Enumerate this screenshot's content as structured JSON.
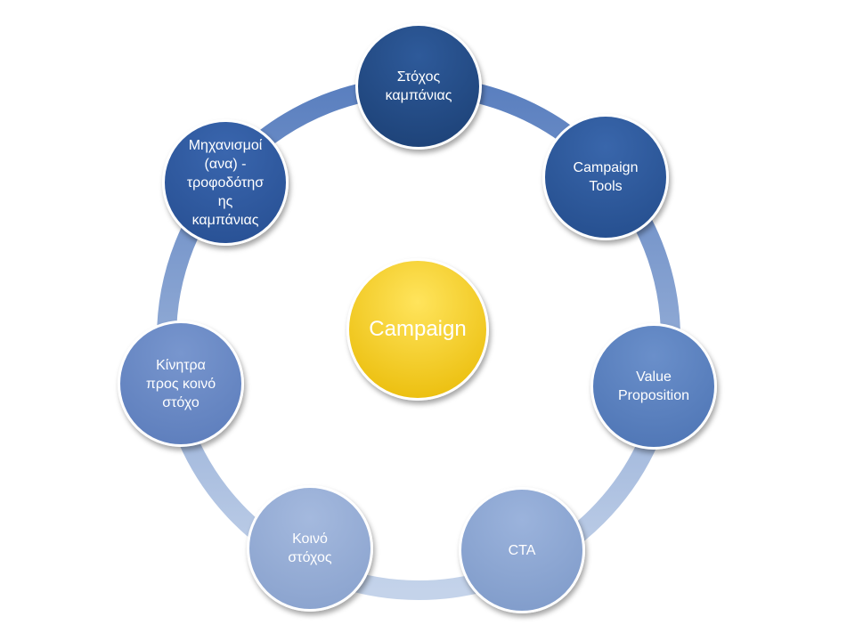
{
  "diagram": {
    "center": {
      "label": "Campaign",
      "color_top": "#FFE45C",
      "color_bottom": "#E8B800",
      "border": "#FFFFFF"
    },
    "ring_color_top": "#5A7FBF",
    "ring_color_bottom": "#C4D3EA",
    "nodes": [
      {
        "label": "Στόχος\nκαμπάνιας",
        "color_top": "#2E5A9A",
        "color_bottom": "#1B3F73"
      },
      {
        "label": "Campaign\nTools",
        "color_top": "#3966AB",
        "color_bottom": "#234C8B"
      },
      {
        "label": "Value\nProposition",
        "color_top": "#6A8FCA",
        "color_bottom": "#4C73B3"
      },
      {
        "label": "CTA",
        "color_top": "#9BB3DC",
        "color_bottom": "#7D99C8"
      },
      {
        "label": "Κοινό\nστόχος",
        "color_top": "#A4B9DE",
        "color_bottom": "#87A0CC"
      },
      {
        "label": "Κίνητρα\nπρος κοινό\nστόχο",
        "color_top": "#7896CE",
        "color_bottom": "#5A7BBA"
      },
      {
        "label": "Μηχανισμοί\n(ανα) -\nτροφοδότησ\nης\nκαμπάνιας",
        "color_top": "#3A66AE",
        "color_bottom": "#264E91"
      }
    ]
  }
}
